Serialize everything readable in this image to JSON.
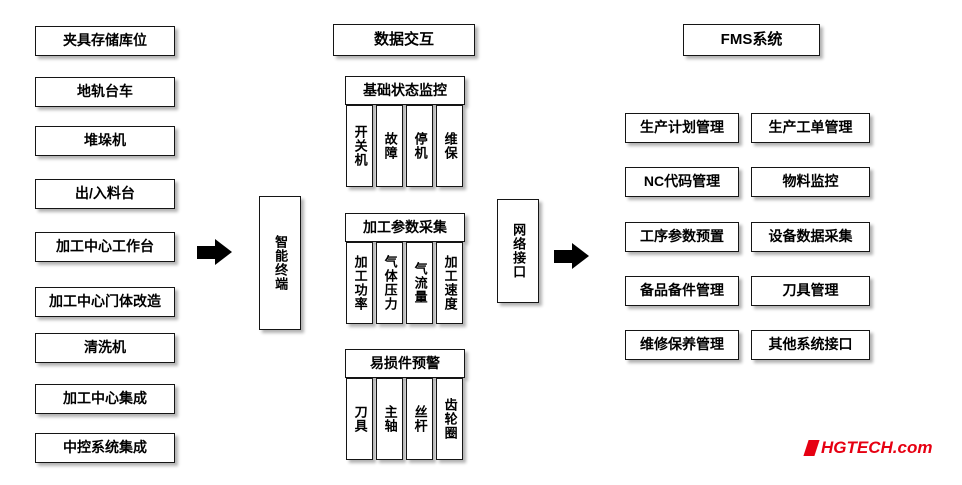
{
  "diagram": {
    "left_column": {
      "items": [
        "夹具存储库位",
        "地轨台车",
        "堆垛机",
        "出/入料台",
        "加工中心工作台",
        "加工中心门体改造",
        "清洗机",
        "加工中心集成",
        "中控系统集成"
      ]
    },
    "terminal": {
      "label": "智能终端"
    },
    "middle": {
      "title": "数据交互",
      "groups": [
        {
          "header": "基础状态监控",
          "items": [
            "开关机",
            "故障",
            "停机",
            "维保"
          ]
        },
        {
          "header": "加工参数采集",
          "items": [
            "加工功率",
            "气体压力",
            "气流量",
            "加工速度"
          ]
        },
        {
          "header": "易损件预警",
          "items": [
            "刀具",
            "主轴",
            "丝杆",
            "齿轮圈"
          ]
        }
      ]
    },
    "network": {
      "label": "网络接口"
    },
    "right_column": {
      "title": "FMS系统",
      "left_items": [
        "生产计划管理",
        "NC代码管理",
        "工序参数预置",
        "备品备件管理",
        "维修保养管理"
      ],
      "right_items": [
        "生产工单管理",
        "物料监控",
        "设备数据采集",
        "刀具管理",
        "其他系统接口"
      ]
    },
    "watermark": {
      "brand": "HGTECH",
      "suffix": ".com"
    },
    "colors": {
      "watermark_red": "#e60012",
      "node_border": "#151515"
    }
  }
}
